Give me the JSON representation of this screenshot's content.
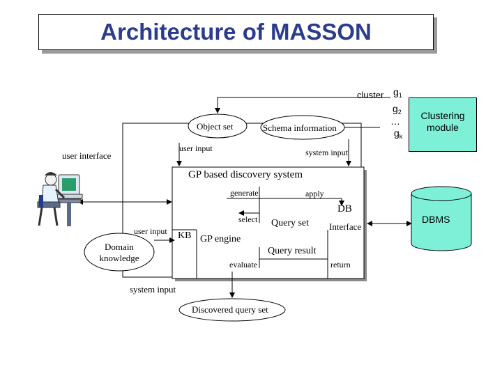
{
  "title": "Architecture of MASSON",
  "cluster": {
    "label": "cluster",
    "g": "g",
    "sub1": "1",
    "sub2": "2",
    "subk": "k",
    "dots": "…"
  },
  "clustering_module": {
    "line1": "Clustering",
    "line2": "module"
  },
  "object_set": "Object set",
  "schema_information": "Schema information",
  "user_interface": "user interface",
  "user_input_top": "user input",
  "system_input_top": "system input",
  "gp_system": "GP based discovery system",
  "generate": "generate",
  "apply": "apply",
  "db": "DB",
  "select": "select",
  "query_set": "Query set",
  "interface": "Interface",
  "dbms": "DBMS",
  "user_input_kb": "user input",
  "kb": "KB",
  "gp_engine": "GP engine",
  "domain_knowledge": {
    "line1": "Domain",
    "line2": "knowledge"
  },
  "query_result": "Query result",
  "evaluate": "evaluate",
  "return": "return",
  "system_input_bottom": "system input",
  "discovered_query_set": "Discovered query set",
  "colors": {
    "title": "#2b3c8f",
    "clustering_fill": "#7ff0d8",
    "dbms_fill": "#7ff0d8",
    "shadow": "#9a9a9a"
  }
}
